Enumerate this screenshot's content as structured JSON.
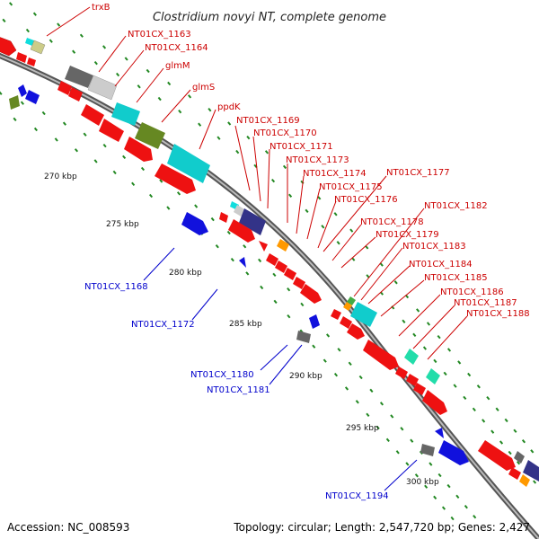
{
  "title": "Clostridium novyi NT, complete genome",
  "accession": "Accession: NC_008593",
  "topology": "Topology: circular; Length: 2,547,720 bp; Genes: 2,427",
  "kbp_ticks": [
    "270 kbp",
    "275 kbp",
    "280 kbp",
    "285 kbp",
    "290 kbp",
    "295 kbp",
    "300 kbp"
  ],
  "labels_top": [
    "trxB",
    "NT01CX_1163",
    "NT01CX_1164",
    "glmM",
    "glmS",
    "ppdK",
    "NT01CX_1169",
    "NT01CX_1170",
    "NT01CX_1171",
    "NT01CX_1173",
    "NT01CX_1174",
    "NT01CX_1175",
    "NT01CX_1176",
    "NT01CX_1177",
    "NT01CX_1178",
    "NT01CX_1179",
    "NT01CX_1182",
    "NT01CX_1183",
    "NT01CX_1184",
    "NT01CX_1185",
    "NT01CX_1186",
    "NT01CX_1187",
    "NT01CX_1188"
  ],
  "labels_bottom": [
    "NT01CX_1168",
    "NT01CX_1172",
    "NT01CX_1180",
    "NT01CX_1181",
    "NT01CX_1194"
  ],
  "colors": {
    "forward_label": "#cc0000",
    "reverse_label": "#0000cc",
    "red_gene": "#ee1111",
    "blue_gene": "#1111dd",
    "backbone": "#888888",
    "tick": "#228822"
  }
}
